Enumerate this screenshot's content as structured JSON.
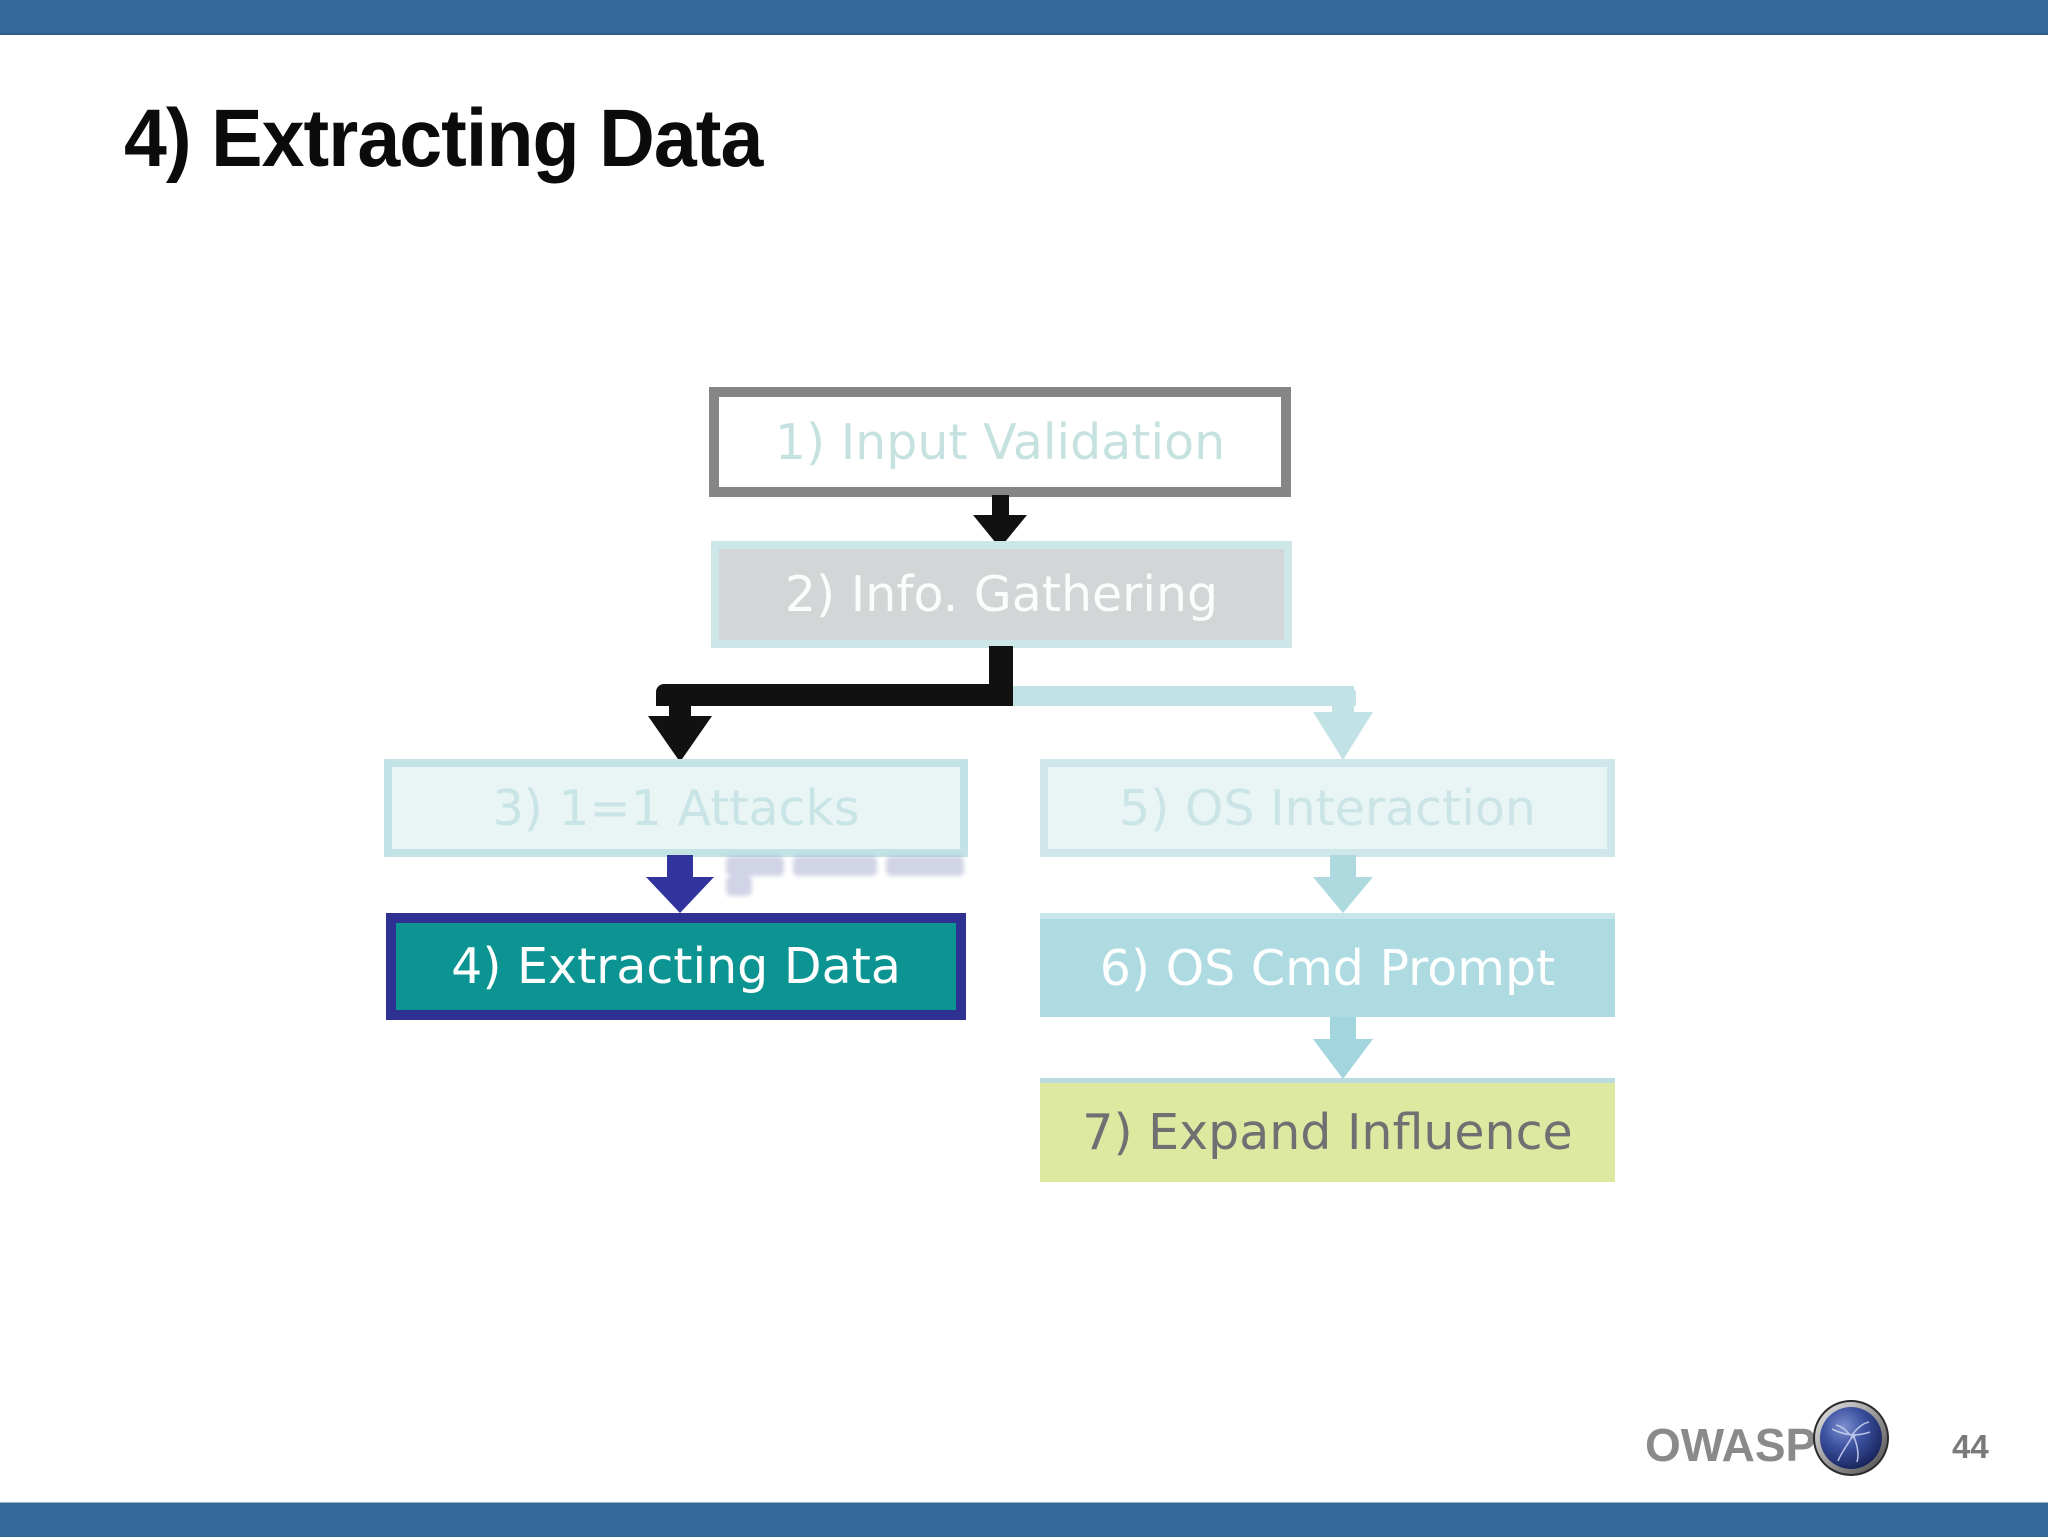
{
  "slide": {
    "title": "4) Extracting Data"
  },
  "flow": {
    "nodes": [
      {
        "label": "1) Input Validation",
        "state": "visited-outline"
      },
      {
        "label": "2) Info. Gathering",
        "state": "previous-gray"
      },
      {
        "label": "3) 1=1 Attacks",
        "state": "faded"
      },
      {
        "label": "4) Extracting Data",
        "state": "current-highlighted"
      },
      {
        "label": "5) OS Interaction",
        "state": "faded"
      },
      {
        "label": "6) OS Cmd Prompt",
        "state": "upcoming"
      },
      {
        "label": "7) Expand Influence",
        "state": "upcoming"
      }
    ],
    "edges": [
      "1-to-2-black-arrow",
      "2-to-3-black-elbow-arrow",
      "2-to-5-faded-teal-elbow-arrow",
      "3-to-4-navy-arrow",
      "5-to-6-teal-arrow",
      "6-to-7-teal-arrow"
    ]
  },
  "footer": {
    "brand": "OWASP",
    "page": "44",
    "logo_icon": "owasp-wasp-sphere-logo"
  },
  "colors": {
    "top_bar": "#35689A",
    "bottom_bar": "#35689A",
    "title_text": "#0B0B0B",
    "visited_border_gray": "#868686",
    "visited_text_pale_teal": "#C6E2E0",
    "previous_fill_gray": "#D3D5D6",
    "faded_fill": "#E9F4F4",
    "faded_border": "#C3E2E5",
    "current_fill_teal": "#0B9492",
    "current_border_navy": "#2E3192",
    "upcoming_blue_fill": "#AEDAE2",
    "expand_green_fill": "#DDE8A1",
    "expand_text_gray": "#6E7072",
    "arrow_black": "#111111",
    "arrow_navy": "#31349C",
    "arrow_teal_faded": "#AED9DF",
    "footer_text_gray": "#8A8A8A"
  }
}
